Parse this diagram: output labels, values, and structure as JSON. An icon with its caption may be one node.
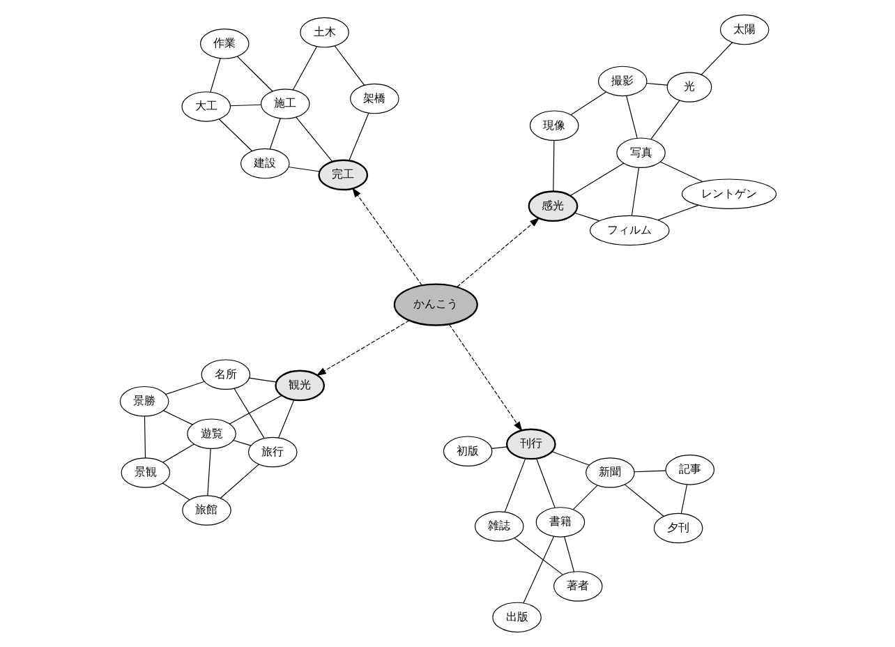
{
  "diagram": {
    "nodes": [
      {
        "text": [
          "景観"
        ]
      },
      {
        "text": [
          "旅館"
        ]
      },
      {
        "text": [
          "景勝"
        ]
      },
      {
        "text": [
          "遊覧"
        ]
      },
      {
        "text": [
          "旅行"
        ]
      },
      {
        "text": [
          "名所"
        ]
      },
      {
        "text": [
          "観光"
        ]
      },
      {
        "text": [
          "著者"
        ]
      },
      {
        "text": [
          "出版"
        ]
      },
      {
        "text": [
          "書籍"
        ]
      },
      {
        "text": [
          "夕刊"
        ]
      },
      {
        "text": [
          "雑誌"
        ]
      },
      {
        "text": [
          "新聞"
        ]
      },
      {
        "text": [
          "記事"
        ]
      },
      {
        "text": [
          "刊行"
        ]
      },
      {
        "text": [
          "初版"
        ]
      },
      {
        "text": [
          "かんこう"
        ]
      },
      {
        "text": [
          "建設"
        ]
      },
      {
        "text": [
          "完工"
        ]
      },
      {
        "text": [
          "大工"
        ]
      },
      {
        "text": [
          "施工"
        ]
      },
      {
        "text": [
          "架橋"
        ]
      },
      {
        "text": [
          "作業"
        ]
      },
      {
        "text": [
          "土木"
        ]
      },
      {
        "text": [
          "感光"
        ]
      },
      {
        "text": [
          "フィルム"
        ]
      },
      {
        "text": [
          "現像"
        ]
      },
      {
        "text": [
          "写真"
        ]
      },
      {
        "text": [
          "レントゲン"
        ]
      },
      {
        "text": [
          "撮影"
        ]
      },
      {
        "text": [
          "光"
        ]
      },
      {
        "text": [
          "太陽"
        ]
      }
    ],
    "edges": [
      {
        "from": 16,
        "to": 6,
        "arrow": "to",
        "style": "dashed"
      },
      {
        "from": 16,
        "to": 14,
        "arrow": "to",
        "style": "dashed"
      },
      {
        "from": 16,
        "to": 18,
        "arrow": "to",
        "style": "dashed"
      },
      {
        "from": 16,
        "to": 24,
        "arrow": "to",
        "style": "dashed"
      },
      {
        "from": 0,
        "to": 1,
        "arrow": "none"
      },
      {
        "from": 0,
        "to": 2,
        "arrow": "none"
      },
      {
        "from": 0,
        "to": 3,
        "arrow": "none"
      },
      {
        "from": 1,
        "to": 3,
        "arrow": "none"
      },
      {
        "from": 1,
        "to": 4,
        "arrow": "none"
      },
      {
        "from": 2,
        "to": 3,
        "arrow": "none"
      },
      {
        "from": 2,
        "to": 5,
        "arrow": "none"
      },
      {
        "from": 3,
        "to": 4,
        "arrow": "none"
      },
      {
        "from": 3,
        "to": 6,
        "arrow": "none"
      },
      {
        "from": 4,
        "to": 5,
        "arrow": "none"
      },
      {
        "from": 4,
        "to": 6,
        "arrow": "none"
      },
      {
        "from": 5,
        "to": 6,
        "arrow": "none"
      },
      {
        "from": 7,
        "to": 9,
        "arrow": "none"
      },
      {
        "from": 7,
        "to": 11,
        "arrow": "none"
      },
      {
        "from": 8,
        "to": 9,
        "arrow": "none"
      },
      {
        "from": 9,
        "to": 12,
        "arrow": "none"
      },
      {
        "from": 9,
        "to": 14,
        "arrow": "none"
      },
      {
        "from": 10,
        "to": 12,
        "arrow": "none"
      },
      {
        "from": 10,
        "to": 13,
        "arrow": "none"
      },
      {
        "from": 12,
        "to": 13,
        "arrow": "none"
      },
      {
        "from": 11,
        "to": 14,
        "arrow": "none"
      },
      {
        "from": 12,
        "to": 14,
        "arrow": "none"
      },
      {
        "from": 14,
        "to": 15,
        "arrow": "none"
      },
      {
        "from": 17,
        "to": 18,
        "arrow": "none"
      },
      {
        "from": 17,
        "to": 19,
        "arrow": "none"
      },
      {
        "from": 17,
        "to": 20,
        "arrow": "none"
      },
      {
        "from": 18,
        "to": 20,
        "arrow": "none"
      },
      {
        "from": 18,
        "to": 21,
        "arrow": "none"
      },
      {
        "from": 19,
        "to": 20,
        "arrow": "none"
      },
      {
        "from": 19,
        "to": 22,
        "arrow": "none"
      },
      {
        "from": 20,
        "to": 22,
        "arrow": "none"
      },
      {
        "from": 20,
        "to": 23,
        "arrow": "none"
      },
      {
        "from": 21,
        "to": 23,
        "arrow": "none"
      },
      {
        "from": 24,
        "to": 25,
        "arrow": "none"
      },
      {
        "from": 24,
        "to": 26,
        "arrow": "none"
      },
      {
        "from": 24,
        "to": 27,
        "arrow": "none"
      },
      {
        "from": 25,
        "to": 27,
        "arrow": "none"
      },
      {
        "from": 25,
        "to": 28,
        "arrow": "none"
      },
      {
        "from": 27,
        "to": 28,
        "arrow": "none"
      },
      {
        "from": 26,
        "to": 29,
        "arrow": "none"
      },
      {
        "from": 27,
        "to": 29,
        "arrow": "none"
      },
      {
        "from": 27,
        "to": 30,
        "arrow": "none"
      },
      {
        "from": 29,
        "to": 30,
        "arrow": "none"
      },
      {
        "from": 30,
        "to": 31,
        "arrow": "none"
      }
    ]
  }
}
